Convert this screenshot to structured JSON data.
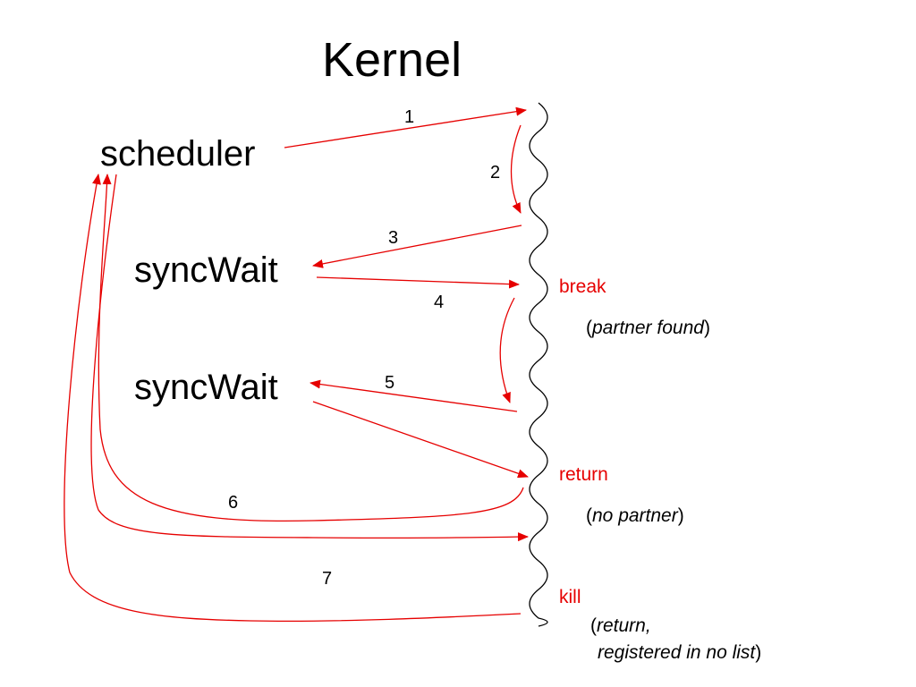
{
  "title": "Kernel",
  "functions": {
    "scheduler": "scheduler",
    "syncwait_1": "syncWait",
    "syncwait_2": "syncWait"
  },
  "steps": [
    "1",
    "2",
    "3",
    "4",
    "5",
    "6",
    "7"
  ],
  "outcomes": {
    "break": {
      "label": "break",
      "open": "(",
      "detail": "partner found",
      "close": ")"
    },
    "return": {
      "label": "return",
      "open": "(",
      "detail": "no partner",
      "close": ")"
    },
    "kill": {
      "label": "kill",
      "open": "(",
      "detail_line1": "return,",
      "detail_line2": "registered in no list",
      "close": ")"
    }
  },
  "colors": {
    "arrow": "#e60000",
    "text": "#000000",
    "wavy_line": "#000000"
  }
}
